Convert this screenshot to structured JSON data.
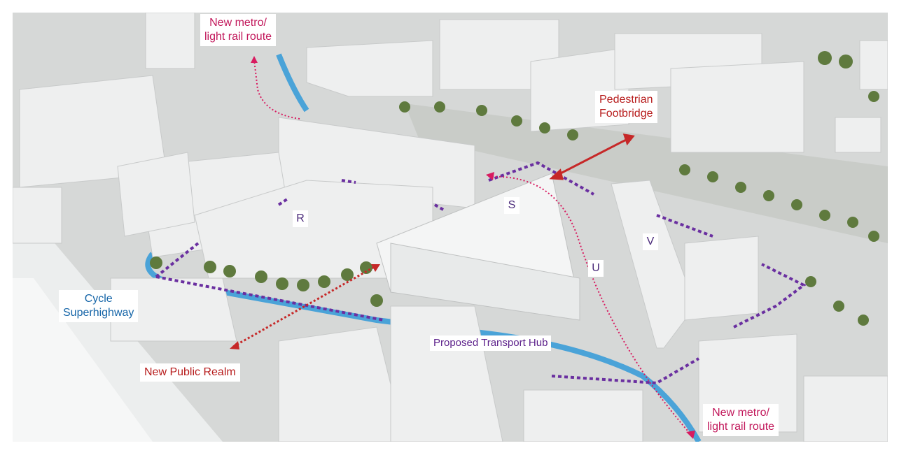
{
  "labels": {
    "metro_top": [
      "New metro/",
      "light rail route"
    ],
    "footbridge": [
      "Pedestrian",
      "Footbridge"
    ],
    "cycle": [
      "Cycle",
      "Superhighway"
    ],
    "public_realm": "New Public Realm",
    "transport_hub": "Proposed Transport Hub",
    "metro_bottom": [
      "New metro/",
      "light rail route"
    ]
  },
  "building_letters": {
    "r": "R",
    "s": "S",
    "u": "U",
    "v": "V"
  },
  "colors": {
    "metro": "#d81b60",
    "footbridge": "#c62828",
    "cycle": "#1565a8",
    "paths": "#6a2fa0",
    "canal": "#4aa3d8",
    "trees": "#5f7a3e"
  }
}
